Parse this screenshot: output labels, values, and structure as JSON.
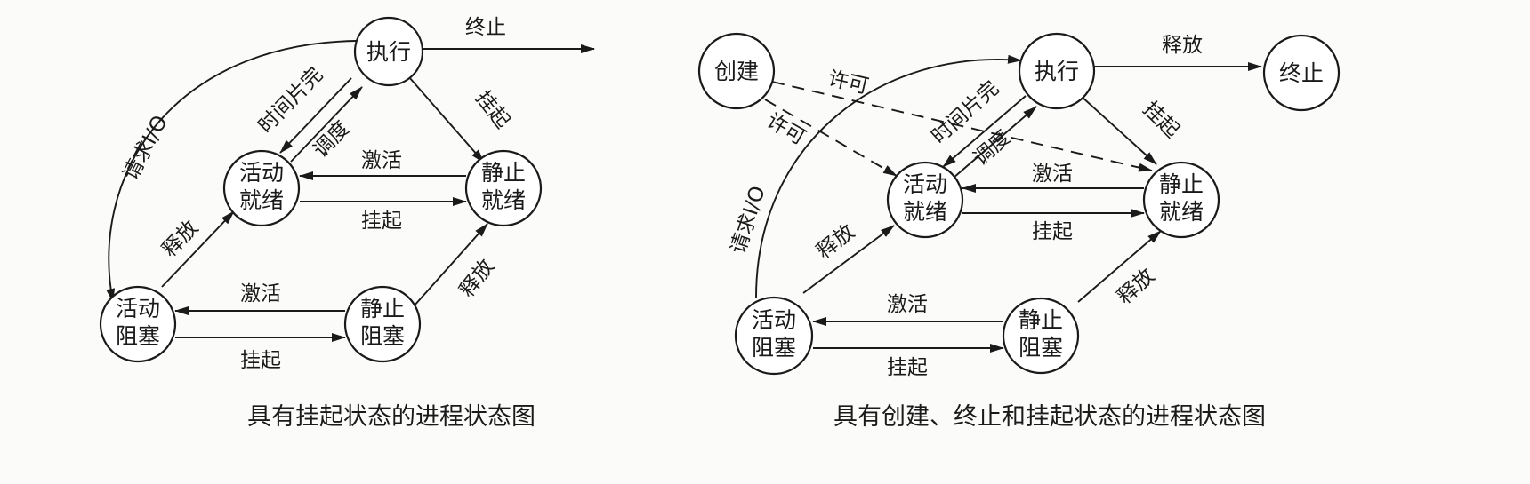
{
  "colors": {
    "ink": "#1a1a1a",
    "paper": "#fbfbfa"
  },
  "diagram1": {
    "caption": "具有挂起状态的进程状态图",
    "nodes": {
      "exec": [
        "执行"
      ],
      "ready": [
        "活动",
        "就绪"
      ],
      "sready": [
        "静止",
        "就绪"
      ],
      "block": [
        "活动",
        "阻塞"
      ],
      "sblock": [
        "静止",
        "阻塞"
      ]
    },
    "edges": {
      "terminate": "终止",
      "io_request": "请求I/O",
      "time_slice": "时间片完",
      "dispatch": "调度",
      "suspend_exec": "挂起",
      "activate_ready": "激活",
      "suspend_ready": "挂起",
      "release_block": "释放",
      "release_sblock": "释放",
      "activate_block": "激活",
      "suspend_block": "挂起"
    }
  },
  "diagram2": {
    "caption": "具有创建、终止和挂起状态的进程状态图",
    "nodes": {
      "create": [
        "创建"
      ],
      "exec": [
        "执行"
      ],
      "terminate": [
        "终止"
      ],
      "ready": [
        "活动",
        "就绪"
      ],
      "sready": [
        "静止",
        "就绪"
      ],
      "block": [
        "活动",
        "阻塞"
      ],
      "sblock": [
        "静止",
        "阻塞"
      ]
    },
    "edges": {
      "permit_sready": "许可",
      "permit_ready": "许可",
      "release_exec": "释放",
      "io_request": "请求I/O",
      "time_slice": "时间片完",
      "dispatch": "调度",
      "suspend_exec": "挂起",
      "activate_ready": "激活",
      "suspend_ready": "挂起",
      "release_block": "释放",
      "release_sblock": "释放",
      "activate_block": "激活",
      "suspend_block": "挂起"
    }
  }
}
